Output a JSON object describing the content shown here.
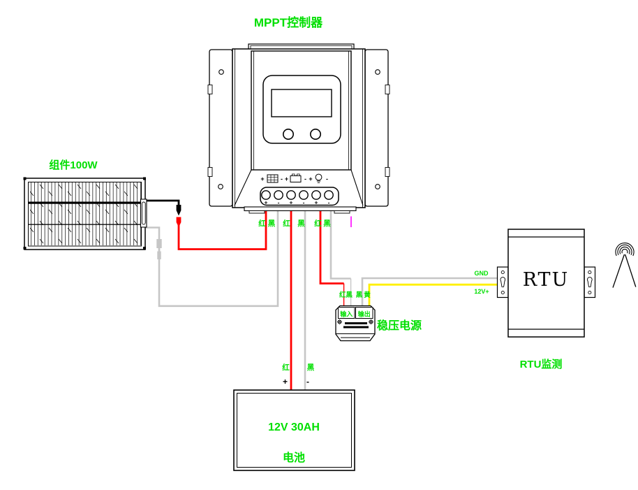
{
  "title": "MPPT控制器",
  "colors": {
    "green_text": "#00DF00",
    "wire_red": "#FF0000",
    "wire_gray": "#C6C6C6",
    "wire_yellow": "#FFF000",
    "wire_black": "#000000",
    "sensor_magenta": "#FF00FF"
  },
  "solar": {
    "label": "组件100W"
  },
  "controller": {
    "wire_labels": [
      "红",
      "黑",
      "红",
      "黑",
      "红",
      "黑"
    ],
    "terminal_signs": [
      "+",
      "-",
      "+",
      "-",
      "+",
      "-"
    ],
    "icon_signs": [
      "+",
      "-",
      "+",
      "-",
      "+",
      "-"
    ]
  },
  "battery": {
    "line1": "12V 30AH",
    "line2": "电池",
    "label_red": "红",
    "label_black": "黑",
    "plus": "+",
    "minus": "-"
  },
  "psu": {
    "label": "稳压电源",
    "input": "输入",
    "output": "输出",
    "lbl_red_black": "红黑",
    "lbl_black": "黑",
    "lbl_yellow": "黄"
  },
  "rtu": {
    "name": "RTU",
    "caption": "RTU监测",
    "gnd": "GND",
    "v12": "12V+"
  },
  "icons": {
    "pv": "solar-array-icon",
    "battery": "battery-icon",
    "load": "lamp-icon",
    "antenna": "antenna-icon",
    "screw": "screw-icon",
    "keyhole": "keyhole-mount-icon"
  }
}
